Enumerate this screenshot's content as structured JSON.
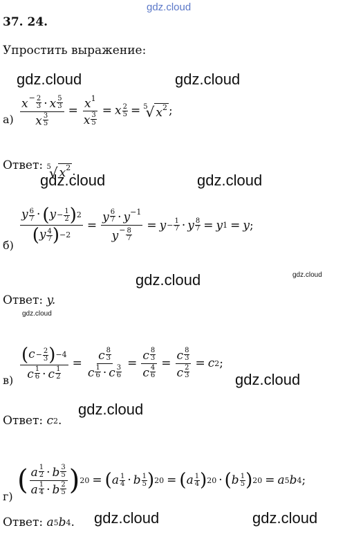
{
  "watermark": "gdz.cloud",
  "problem_number": "37. 24.",
  "instruction": "Упростить выражение:",
  "parts": {
    "a": {
      "label": "а)",
      "answer_prefix": "Ответ:"
    },
    "b": {
      "label": "б)",
      "answer_prefix": "Ответ:",
      "answer_value": "y."
    },
    "v": {
      "label": "в)",
      "answer_prefix": "Ответ:"
    },
    "g": {
      "label": "г)",
      "answer_prefix": "Ответ:"
    }
  }
}
